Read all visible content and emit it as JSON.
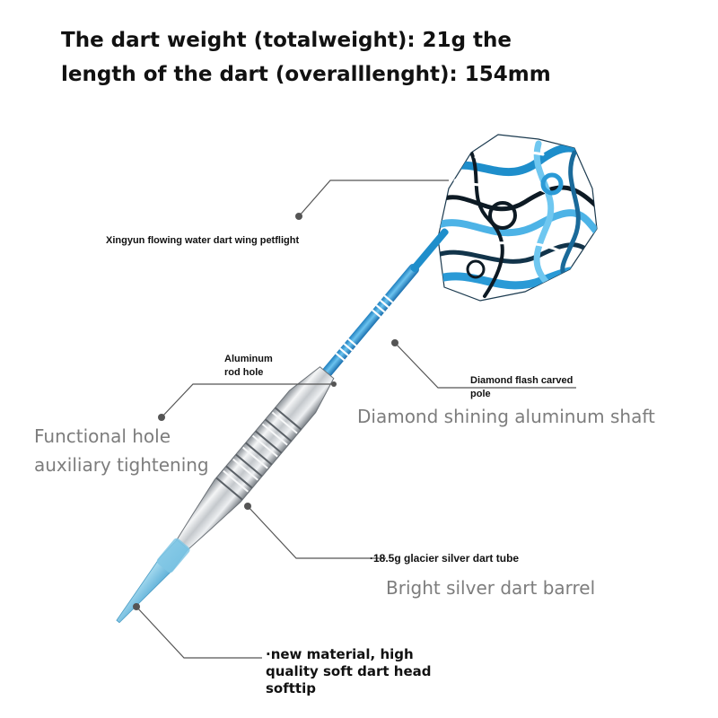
{
  "headline": {
    "line1": "The dart weight (totalweight): 21g the",
    "line2": "length of the dart (overalllenght): 154mm"
  },
  "callouts": {
    "flight": "Xingyun flowing water dart wing petflight",
    "rod_hole": {
      "line1": "Aluminum",
      "line2": "rod hole"
    },
    "pole": {
      "line1": "Diamond flash carved",
      "line2": "pole"
    },
    "shaft": "Diamond shining aluminum shaft",
    "functional_hole": {
      "line1": "Functional hole",
      "line2": "auxiliary tightening"
    },
    "tube": "·18.5g glacier silver dart tube",
    "barrel": "Bright silver dart barrel",
    "softtip": {
      "line1": "·new material, high",
      "line2": "quality soft dart head",
      "line3": "softtip"
    }
  },
  "colors": {
    "flight_blue": "#2e9fd6",
    "shaft_blue": "#3aa2dc",
    "tip_blue": "#7fc6e4",
    "barrel_silver": "#c9cdd2",
    "leader_line": "#555555"
  }
}
